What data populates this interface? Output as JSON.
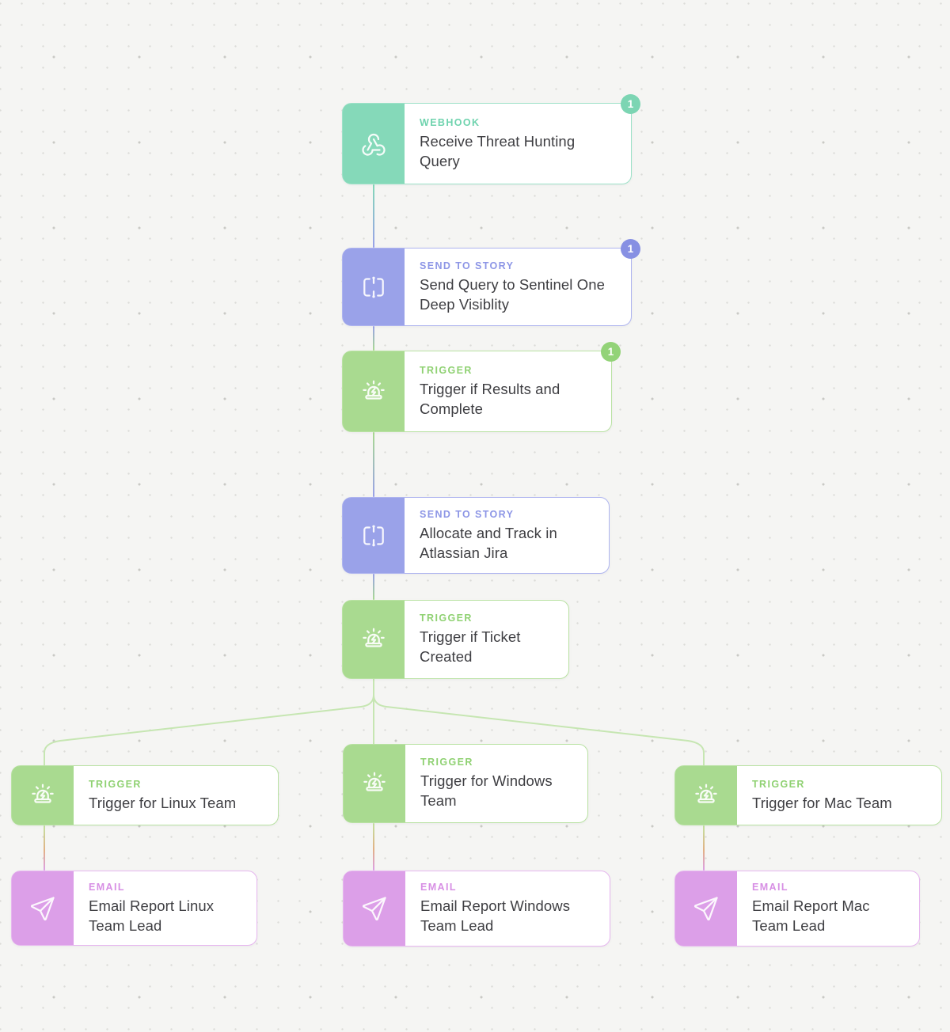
{
  "app": {
    "name": "workflow-storyboard-canvas"
  },
  "colors": {
    "background": "#f5f5f3",
    "teal_accent": "#85d9b9",
    "purple_accent": "#9aa2e9",
    "green_accent": "#a9da90",
    "pink_accent": "#dc9fe8",
    "title_text": "#3e3e42",
    "branch_line": "#c6e6b2"
  },
  "nodes": [
    {
      "id": "webhook-receive",
      "type_label": "WEBHOOK",
      "title": "Receive Threat Hunting Query",
      "icon": "webhook-icon",
      "color": "teal",
      "badge": "1"
    },
    {
      "id": "sts-sentinel",
      "type_label": "SEND TO STORY",
      "title": "Send Query to Sentinel One Deep Visiblity",
      "icon": "story-icon",
      "color": "purple",
      "badge": "1"
    },
    {
      "id": "trigger-results",
      "type_label": "TRIGGER",
      "title": "Trigger if Results and Complete",
      "icon": "trigger-icon",
      "color": "green",
      "badge": "1"
    },
    {
      "id": "sts-jira",
      "type_label": "SEND TO STORY",
      "title": "Allocate and Track in Atlassian Jira",
      "icon": "story-icon",
      "color": "purple"
    },
    {
      "id": "trigger-ticket",
      "type_label": "TRIGGER",
      "title": "Trigger if Ticket Created",
      "icon": "trigger-icon",
      "color": "green"
    },
    {
      "id": "trigger-linux",
      "type_label": "TRIGGER",
      "title": "Trigger for Linux Team",
      "icon": "trigger-icon",
      "color": "green"
    },
    {
      "id": "trigger-windows",
      "type_label": "TRIGGER",
      "title": "Trigger for Windows Team",
      "icon": "trigger-icon",
      "color": "green"
    },
    {
      "id": "trigger-mac",
      "type_label": "TRIGGER",
      "title": "Trigger for Mac Team",
      "icon": "trigger-icon",
      "color": "green"
    },
    {
      "id": "email-linux",
      "type_label": "EMAIL",
      "title": "Email Report Linux Team Lead",
      "icon": "email-icon",
      "color": "pink"
    },
    {
      "id": "email-windows",
      "type_label": "EMAIL",
      "title": "Email Report Windows Team Lead",
      "icon": "email-icon",
      "color": "pink"
    },
    {
      "id": "email-mac",
      "type_label": "EMAIL",
      "title": "Email Report Mac Team Lead",
      "icon": "email-icon",
      "color": "pink"
    }
  ],
  "connections": [
    {
      "from": "webhook-receive",
      "to": "sts-sentinel"
    },
    {
      "from": "sts-sentinel",
      "to": "trigger-results"
    },
    {
      "from": "trigger-results",
      "to": "sts-jira"
    },
    {
      "from": "sts-jira",
      "to": "trigger-ticket"
    },
    {
      "from": "trigger-ticket",
      "to": "trigger-linux"
    },
    {
      "from": "trigger-ticket",
      "to": "trigger-windows"
    },
    {
      "from": "trigger-ticket",
      "to": "trigger-mac"
    },
    {
      "from": "trigger-linux",
      "to": "email-linux"
    },
    {
      "from": "trigger-windows",
      "to": "email-windows"
    },
    {
      "from": "trigger-mac",
      "to": "email-mac"
    }
  ]
}
